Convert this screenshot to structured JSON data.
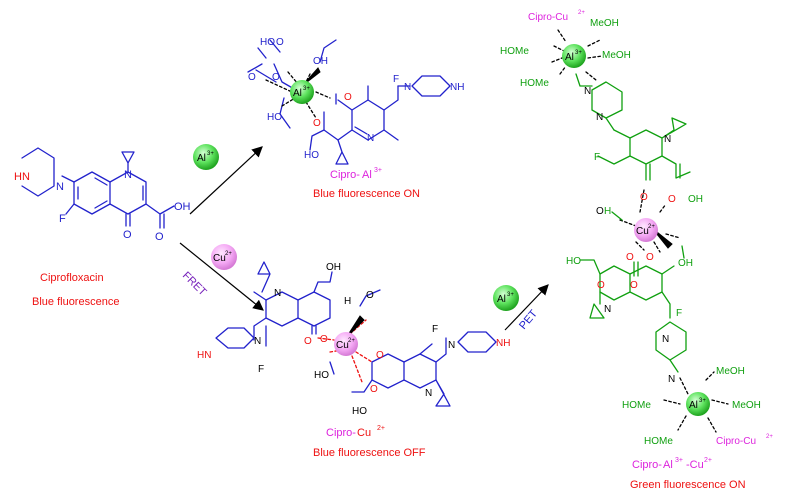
{
  "colors": {
    "blue": "#2222cc",
    "red": "#ee1111",
    "green": "#10a010",
    "magenta": "#dd22dd",
    "purple": "#7722bb",
    "black": "#000000",
    "al_ball": "#5ee35e",
    "cu_ball": "#f4a8f4"
  },
  "icons": [
    "al-ion-ball-icon",
    "cu-ion-ball-icon",
    "reaction-arrow-icon"
  ],
  "atoms": {
    "N": "N",
    "O": "O",
    "F": "F",
    "H": "H",
    "HN": "HN",
    "NH": "NH",
    "OH": "OH",
    "HO": "HO",
    "MeOH": "MeOH",
    "HOMe": "HOMe"
  },
  "ions": {
    "al": "Al",
    "al_charge": "3+",
    "cu": "Cu",
    "cu_charge": "2+"
  },
  "labels": {
    "cipro": "Cipro-",
    "cipro_cu_prefix": "Cipro-Cu",
    "cipro_al_cu_mid": "-Cu",
    "ciprofloxacin": "Ciprofloxacin",
    "blue_fluorescence": "Blue fluorescence",
    "blue_on": "Blue fluorescence ON",
    "blue_off": "Blue fluorescence OFF",
    "green_on": "Green fluorescence ON"
  },
  "arrows": {
    "fret": "FRET",
    "pet": "PET"
  }
}
